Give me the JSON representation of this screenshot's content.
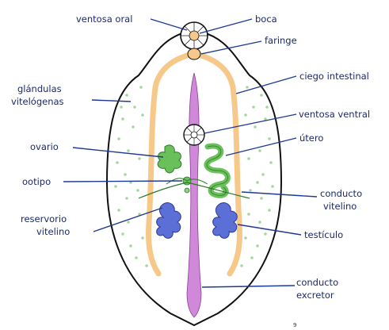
{
  "labels": {
    "ventosa_oral": "ventosa oral",
    "boca": "boca",
    "faringe": "faringe",
    "ciego_intestinal": "ciego intestinal",
    "glandulas_line1": "glándulas",
    "glandulas_line2": "vitelógenas",
    "ventosa_ventral": "ventosa ventral",
    "utero": "útero",
    "ovario": "ovario",
    "ootipo": "ootipo",
    "conducto_vitelino_line1": "conducto",
    "conducto_vitelino_line2": "vitelino",
    "reservorio_line1": "reservorio",
    "reservorio_line2": "vitelino",
    "testiculo": "testículo",
    "conducto_excretor_line1": "conducto",
    "conducto_excretor_line2": "excretor"
  },
  "page_number": "9",
  "colors": {
    "outline": "#111111",
    "intestine": "#f6c98a",
    "excretory": "#d089d8",
    "gonads_green": "#6ac05a",
    "testes_blue": "#5c6fd6",
    "vitelline": "#8fcf86",
    "label_text": "#1b2a6b",
    "leader_line": "#1f3a93"
  }
}
